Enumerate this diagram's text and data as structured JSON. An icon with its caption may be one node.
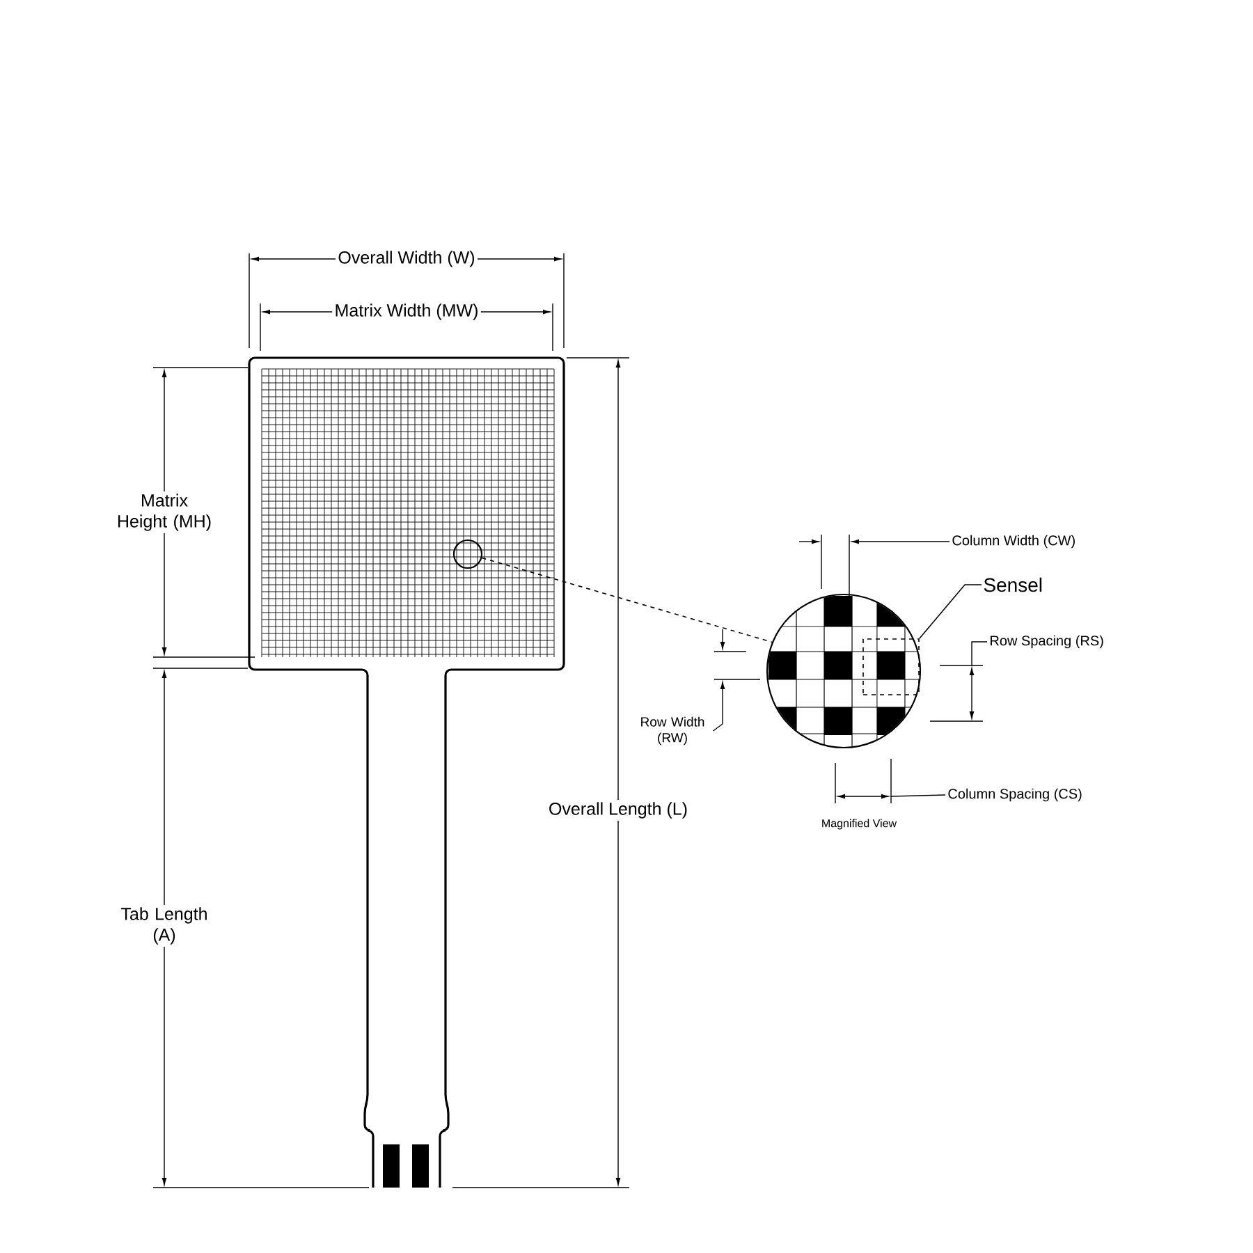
{
  "diagram": {
    "nodes": [
      {
        "text": [],
        "shape": "circle"
      },
      {
        "text": [],
        "shape": "circle"
      },
      {
        "text": [
          "Sensel"
        ]
      },
      {
        "text": [],
        "shape": "box",
        "in": 1
      }
    ],
    "edges": [
      {
        "from": 0,
        "to": 1,
        "arrow": "none",
        "style": "dashed"
      },
      {
        "from": 2,
        "to": 3,
        "arrow": "none"
      }
    ],
    "labels": [
      "Overall Width (W)",
      "Matrix Width (MW)",
      "Matrix Height (MH)",
      "Column Width (CW)",
      "Row Spacing (RS)",
      "Row Width (RW)",
      "Overall Length (L)",
      "Column Spacing (CS)",
      "Magnified View",
      "Tab Length (A)"
    ]
  }
}
